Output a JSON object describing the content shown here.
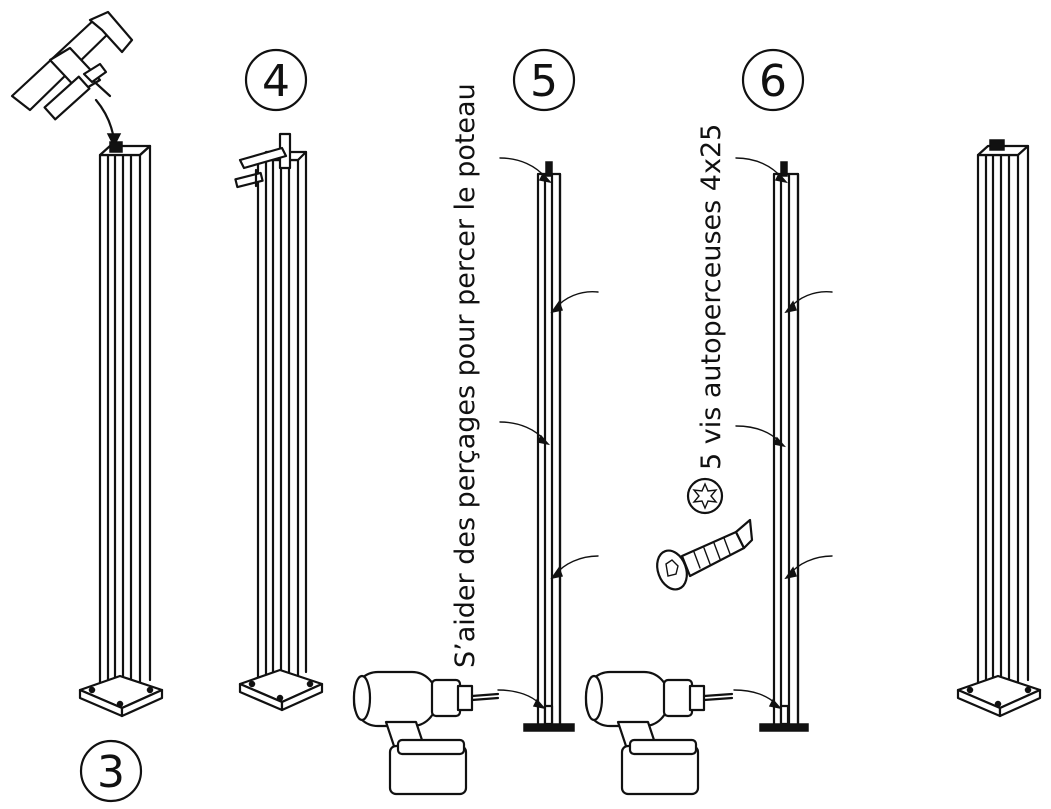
{
  "steps": [
    {
      "number": "3"
    },
    {
      "number": "4"
    },
    {
      "number": "5",
      "note": "S’aider des perçages pour percer le poteau"
    },
    {
      "number": "6",
      "note": "5 vis autoperceuses 4x25"
    }
  ],
  "icons": {
    "clamp": "clamp-icon",
    "drill": "drill-icon",
    "screw": "screw-icon",
    "torx": "torx-icon"
  },
  "colors": {
    "ink": "#111111",
    "background": "#ffffff"
  }
}
